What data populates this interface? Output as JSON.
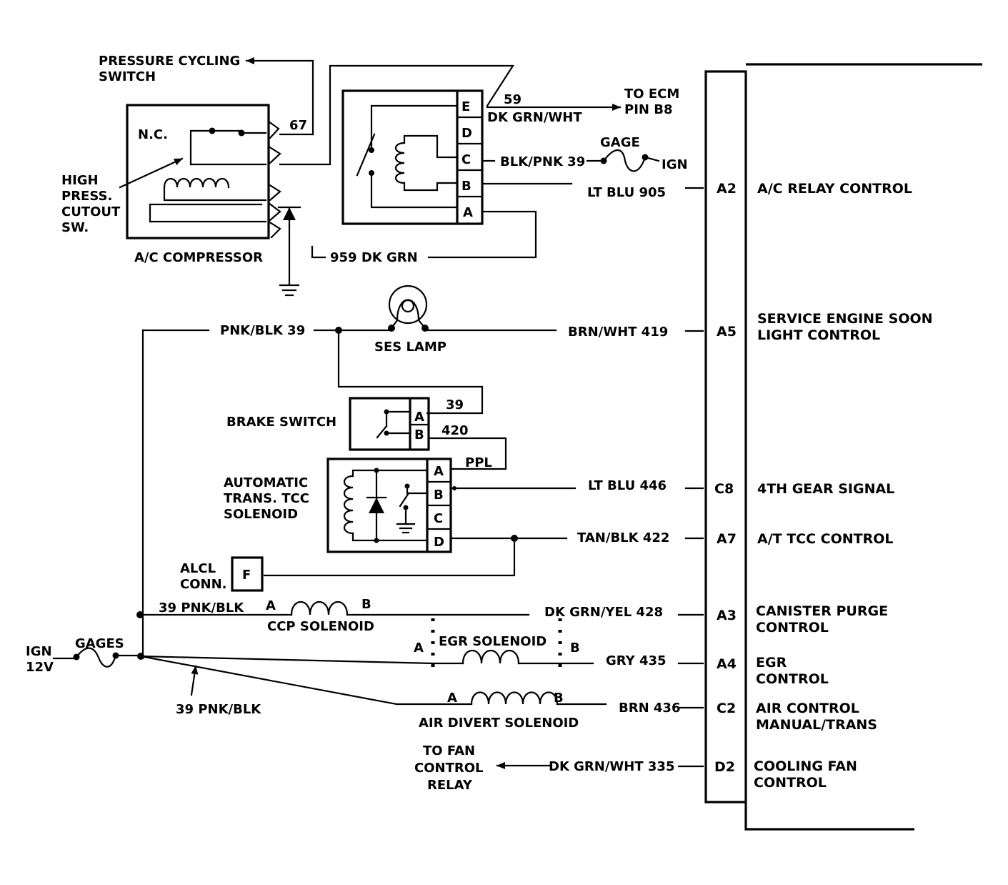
{
  "ecm_pins": [
    {
      "pin": "A2",
      "function": [
        "A/C RELAY CONTROL"
      ],
      "wire": "LT BLU  905"
    },
    {
      "pin": "A5",
      "function": [
        "SERVICE ENGINE SOON",
        "LIGHT CONTROL"
      ],
      "wire": "BRN/WHT  419"
    },
    {
      "pin": "C8",
      "function": [
        "4TH GEAR SIGNAL"
      ],
      "wire": "LT BLU 446"
    },
    {
      "pin": "A7",
      "function": [
        "A/T TCC CONTROL"
      ],
      "wire": "TAN/BLK 422"
    },
    {
      "pin": "A3",
      "function": [
        "CANISTER PURGE",
        "CONTROL"
      ],
      "wire": "DK GRN/YEL 428"
    },
    {
      "pin": "A4",
      "function": [
        "EGR",
        "CONTROL"
      ],
      "wire": "GRY  435"
    },
    {
      "pin": "C2",
      "function": [
        "AIR CONTROL",
        "MANUAL/TRANS"
      ],
      "wire": "BRN 436"
    },
    {
      "pin": "D2",
      "function": [
        "COOLING FAN",
        "CONTROL"
      ],
      "wire": "DK GRN/WHT 335"
    }
  ],
  "compressor": {
    "title": "A/C COMPRESSOR",
    "nc": "N.C.",
    "cutout": [
      "HIGH",
      "PRESS.",
      "CUTOUT",
      "SW."
    ],
    "pressure_switch": [
      "PRESSURE CYCLING",
      "SWITCH"
    ],
    "wire_67": "67",
    "ground_wire": "959 DK GRN"
  },
  "relay": {
    "pins": [
      "E",
      "D",
      "C",
      "B",
      "A"
    ],
    "wire_59": "59",
    "wire_e": "DK GRN/WHT",
    "to_ecm": [
      "TO ECM",
      "PIN B8"
    ],
    "wire_c": "BLK/PNK 39",
    "gage": "GAGE",
    "ign": "IGN"
  },
  "ses": {
    "feed": "PNK/BLK 39",
    "lamp": "SES LAMP"
  },
  "brake_switch": {
    "title": "BRAKE SWITCH",
    "pins": [
      "A",
      "B"
    ],
    "wire_a": "39",
    "wire_b": "420"
  },
  "tcc": {
    "title": [
      "AUTOMATIC",
      "TRANS. TCC",
      "SOLENOID"
    ],
    "pins": [
      "A",
      "B",
      "C",
      "D"
    ],
    "wire_a": "PPL"
  },
  "alcl": {
    "title": [
      "ALCL",
      "CONN."
    ],
    "pin": "F"
  },
  "ccp": {
    "feed": "39 PNK/BLK",
    "a": "A",
    "b": "B",
    "label": "CCP SOLENOID"
  },
  "egr": {
    "a": "A",
    "b": "B",
    "label": "EGR SOLENOID"
  },
  "air": {
    "a": "A",
    "b": "B",
    "label": "AIR DIVERT SOLENOID"
  },
  "ign": {
    "label": [
      "IGN",
      "12V"
    ],
    "gages": "GAGES",
    "feed": "39 PNK/BLK"
  },
  "fan": {
    "label": [
      "TO FAN",
      "CONTROL",
      "RELAY"
    ]
  }
}
